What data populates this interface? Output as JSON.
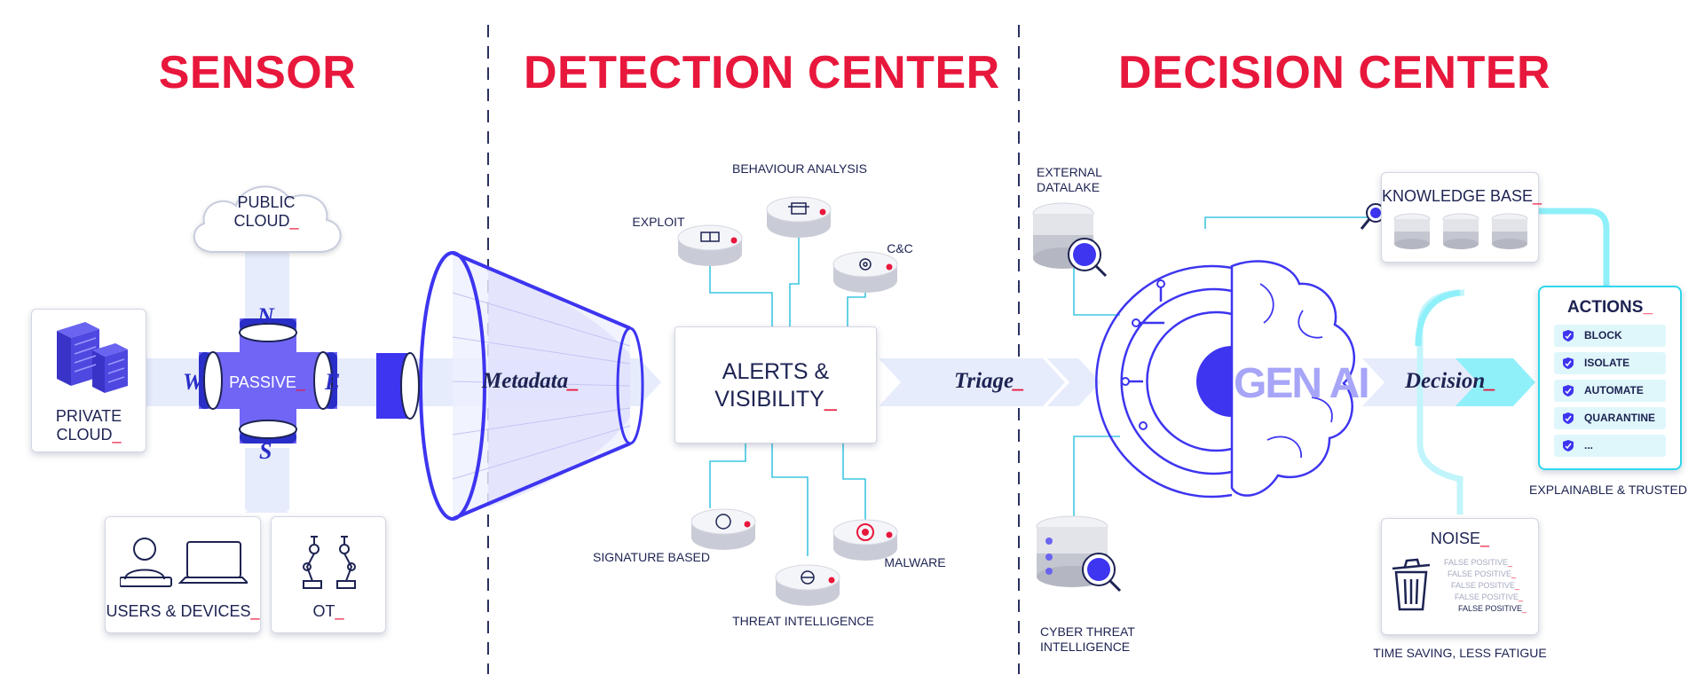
{
  "sections": {
    "sensor": "SENSOR",
    "detection": "DETECTION CENTER",
    "decision": "DECISION CENTER"
  },
  "sensor": {
    "public_cloud": [
      "PUBLIC",
      "CLOUD_"
    ],
    "private_cloud": [
      "PRIVATE",
      "CLOUD_"
    ],
    "users_devices": "USERS & DEVICES_",
    "ot": "OT_",
    "compass": {
      "n": "N",
      "s": "S",
      "w": "W",
      "e": "E",
      "center": "PASSIVE_"
    }
  },
  "flow": {
    "metadata": "Metadata_",
    "triage": "Triage_",
    "decision": "Decision_"
  },
  "detection": {
    "alerts": [
      "ALERTS &",
      "VISIBILITY_"
    ],
    "nodes": {
      "behaviour": "BEHAVIOUR ANALYSIS",
      "exploit": "EXPLOIT",
      "cc": "C&C",
      "signature": "SIGNATURE BASED",
      "threat_intel": "THREAT INTELLIGENCE",
      "malware": "MALWARE"
    }
  },
  "decision": {
    "external_datalake": [
      "EXTERNAL",
      "DATALAKE"
    ],
    "cyber_threat": [
      "CYBER THREAT",
      "INTELLIGENCE"
    ],
    "gen_ai": "GEN AI",
    "knowledge_base": "KNOWLEDGE BASE_",
    "actions": {
      "title": "ACTIONS_",
      "items": [
        "BLOCK",
        "ISOLATE",
        "AUTOMATE",
        "QUARANTINE",
        "..."
      ],
      "caption": "EXPLAINABLE & TRUSTED"
    },
    "noise": {
      "title": "NOISE_",
      "items": [
        "FALSE POSITIVE_",
        "FALSE POSITIVE_",
        "FALSE POSITIVE_",
        "FALSE POSITIVE_",
        "FALSE POSITIVE_"
      ],
      "caption": "TIME SAVING, LESS FATIGUE"
    }
  },
  "colors": {
    "accent_red": "#e8173c",
    "navy": "#1d2352",
    "blue": "#4a3ff0",
    "cyan": "#2fd8ec",
    "flow_band": "#e6ecfc"
  }
}
